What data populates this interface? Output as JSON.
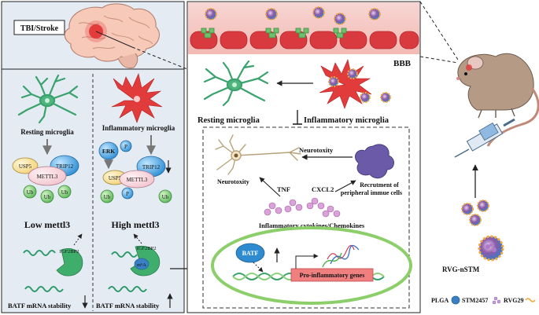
{
  "tbi_label": "TBI/Stroke",
  "left_col": {
    "resting_title": "Resting microglia",
    "usp5": "USP5",
    "trip12": "TRIP12",
    "mettl3": "METTL3",
    "ub": "Ub",
    "low": "Low mettl3",
    "igf2bp2": "IGF2BP2",
    "batf_stab": "BATF mRNA stability"
  },
  "mid_col": {
    "infl_title": "Inflammatory microglia",
    "erk": "ERK",
    "p": "P",
    "usp5": "USP5",
    "trip12": "TRIP12",
    "mettl3": "METTL3",
    "ub": "Ub",
    "high": "High mettl3",
    "igf2bp2": "IGF2BP2",
    "m6a": "m⁶A",
    "batf_stab": "BATF mRNA stability"
  },
  "center": {
    "bbb": "BBB",
    "resting": "Resting microglia",
    "inflammatory": "Inflammatory microglia",
    "neurotoxity_top": "Neurotoxity",
    "neurotoxity_left": "Neurotoxity",
    "tnf": "TNF",
    "cxcl2": "CXCL2",
    "recruit1": "Recrutment of",
    "recruit2": "peripheral immue cells",
    "cytokines": "Inflammatory cytokines/Chemokines",
    "batf": "BATF",
    "pro": "Pro-inflammatory genes"
  },
  "right": {
    "rvg": "RVG-nSTM",
    "plga": "PLGA",
    "stm": "STM2457",
    "rvg29": "RVG29"
  },
  "colors": {
    "panel_bg": "#e4ebf3",
    "bbb_red": "#d83a3f",
    "microglia_green": "#3aa36d",
    "microglia_red": "#e23b3b",
    "batf_blue": "#2e8bd0",
    "pro_box": "#f08080",
    "ellipse": "#8ccf6a"
  }
}
